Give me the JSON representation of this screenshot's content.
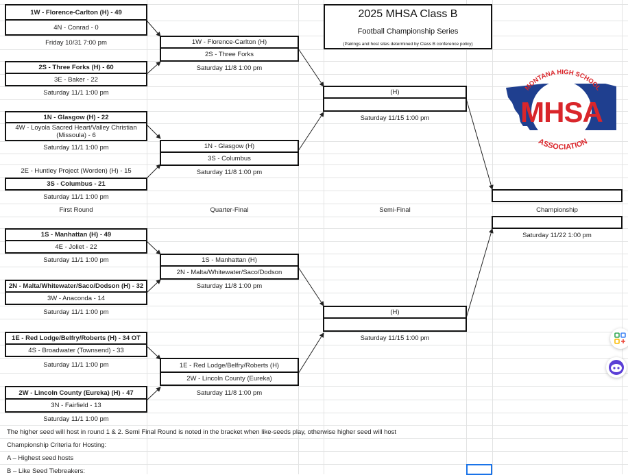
{
  "title": {
    "main": "2025 MHSA Class B",
    "sub": "Football Championship Series",
    "note": "(Pairings and host sites determined by Class B conference policy)"
  },
  "logo": {
    "top_text": "MONTANA HIGH SCHOOL",
    "center_text": "MHSA",
    "bottom_text": "ASSOCIATION",
    "colors": {
      "state": "#1f3f8f",
      "mhsa": "#d9262b"
    }
  },
  "round_labels": {
    "first": "First Round",
    "quarter": "Quarter-Final",
    "semi": "Semi-Final",
    "championship": "Championship"
  },
  "first_round": [
    {
      "top": "1W - Florence-Carlton (H) - 49",
      "bottom": "4N - Conrad - 0",
      "date": "Friday 10/31 7:00 pm"
    },
    {
      "top": "2S - Three Forks (H) - 60",
      "bottom": "3E - Baker - 22",
      "date": "Saturday 11/1 1:00 pm"
    },
    {
      "top": "1N - Glasgow (H) - 22",
      "bottom": "4W - Loyola Sacred Heart/Valley Christian (Missoula) - 6",
      "date": "Saturday 11/1 1:00 pm"
    },
    {
      "top": "2E - Huntley Project (Worden) (H) - 15",
      "bottom": "3S - Columbus - 21",
      "date": "Saturday 11/1 1:00 pm"
    },
    {
      "top": "1S - Manhattan (H) - 49",
      "bottom": "4E - Joliet - 22",
      "date": "Saturday 11/1 1:00 pm"
    },
    {
      "top": "2N - Malta/Whitewater/Saco/Dodson (H) - 32",
      "bottom": "3W - Anaconda - 14",
      "date": "Saturday 11/1 1:00 pm"
    },
    {
      "top": "1E - Red Lodge/Belfry/Roberts (H) - 34 OT",
      "bottom": "4S - Broadwater (Townsend) - 33",
      "date": "Saturday 11/1 1:00 pm"
    },
    {
      "top": "2W - Lincoln County (Eureka) (H) - 47",
      "bottom": "3N - Fairfield - 13",
      "date": "Saturday 11/1 1:00 pm"
    }
  ],
  "quarter_final": [
    {
      "top": "1W - Florence-Carlton (H)",
      "bottom": "2S - Three Forks",
      "date": "Saturday 11/8 1:00 pm"
    },
    {
      "top": "1N - Glasgow (H)",
      "bottom": "3S - Columbus",
      "date": "Saturday 11/8 1:00 pm"
    },
    {
      "top": "1S - Manhattan (H)",
      "bottom": "2N - Malta/Whitewater/Saco/Dodson",
      "date": "Saturday 11/8 1:00 pm"
    },
    {
      "top": "1E - Red Lodge/Belfry/Roberts (H)",
      "bottom": "2W - Lincoln County (Eureka)",
      "date": "Saturday 11/8 1:00 pm"
    }
  ],
  "semi_final": [
    {
      "top": "(H)",
      "bottom": "",
      "date": "Saturday 11/15 1:00 pm"
    },
    {
      "top": "(H)",
      "bottom": "",
      "date": "Saturday 11/15 1:00 pm"
    }
  ],
  "championship": {
    "top": "",
    "bottom": "",
    "date": "Saturday 11/22 1:00 pm"
  },
  "notes": {
    "line1": "The higher seed will host in round 1 & 2.   Semi Final Round is noted in the bracket when like-seeds play, otherwise higher seed will host",
    "line2": "Championship Criteria for Hosting:",
    "line3": "A – Highest seed hosts",
    "line4": "B – Like Seed Tiebreakers:"
  },
  "side_buttons": [
    {
      "icon": "add-ons-icon"
    },
    {
      "icon": "assistant-face-icon"
    }
  ]
}
